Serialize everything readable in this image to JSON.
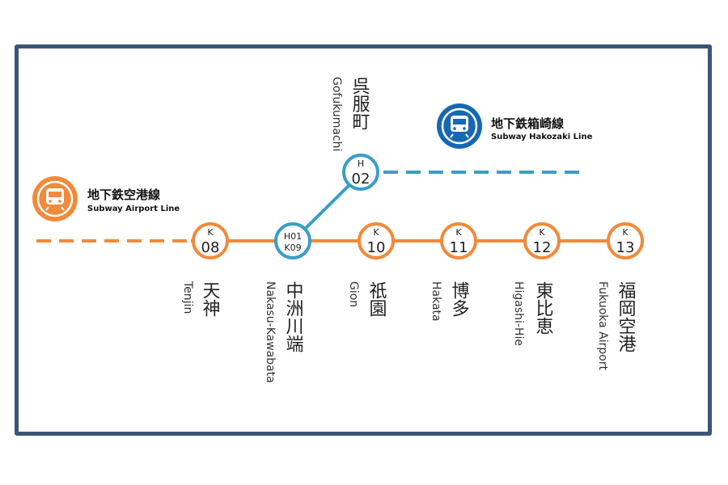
{
  "colors": {
    "airport_line": "#f08a3c",
    "hakozaki_line": "#3a9ec4",
    "hakozaki_icon": "#1568b3",
    "frame": "#3a5578"
  },
  "legend_airport": {
    "jp": "地下鉄空港線",
    "en": "Subway Airport Line",
    "icon": "train-icon"
  },
  "legend_hakozaki": {
    "jp": "地下鉄箱崎線",
    "en": "Subway Hakozaki Line",
    "icon": "train-icon"
  },
  "stations": [
    {
      "id": "tenjin",
      "line": "K",
      "num": "08",
      "jp": "天神",
      "en": "Tenjin"
    },
    {
      "id": "nakasu",
      "lines": [
        "H01",
        "K09"
      ],
      "jp": "中洲川端",
      "en": "Nakasu-Kawabata"
    },
    {
      "id": "gion",
      "line": "K",
      "num": "10",
      "jp": "祇園",
      "en": "Gion"
    },
    {
      "id": "hakata",
      "line": "K",
      "num": "11",
      "jp": "博多",
      "en": "Hakata"
    },
    {
      "id": "higashi",
      "line": "K",
      "num": "12",
      "jp": "東比恵",
      "en": "Higashi-Hie"
    },
    {
      "id": "airport",
      "line": "K",
      "num": "13",
      "jp": "福岡空港",
      "en": "Fukuoka Airport"
    },
    {
      "id": "gofuku",
      "line": "H",
      "num": "02",
      "jp": "呉服町",
      "en": "Gofukumachi"
    }
  ]
}
